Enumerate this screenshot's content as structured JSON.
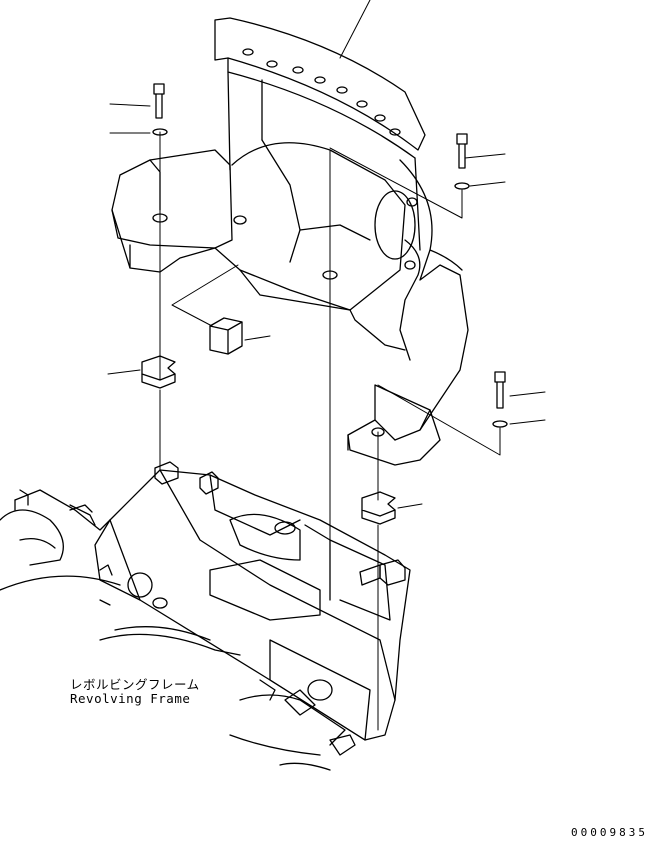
{
  "labels": {
    "revolving_frame_jp": "レボルビングフレーム",
    "revolving_frame_en": "Revolving Frame"
  },
  "drawing_number": "00009835"
}
